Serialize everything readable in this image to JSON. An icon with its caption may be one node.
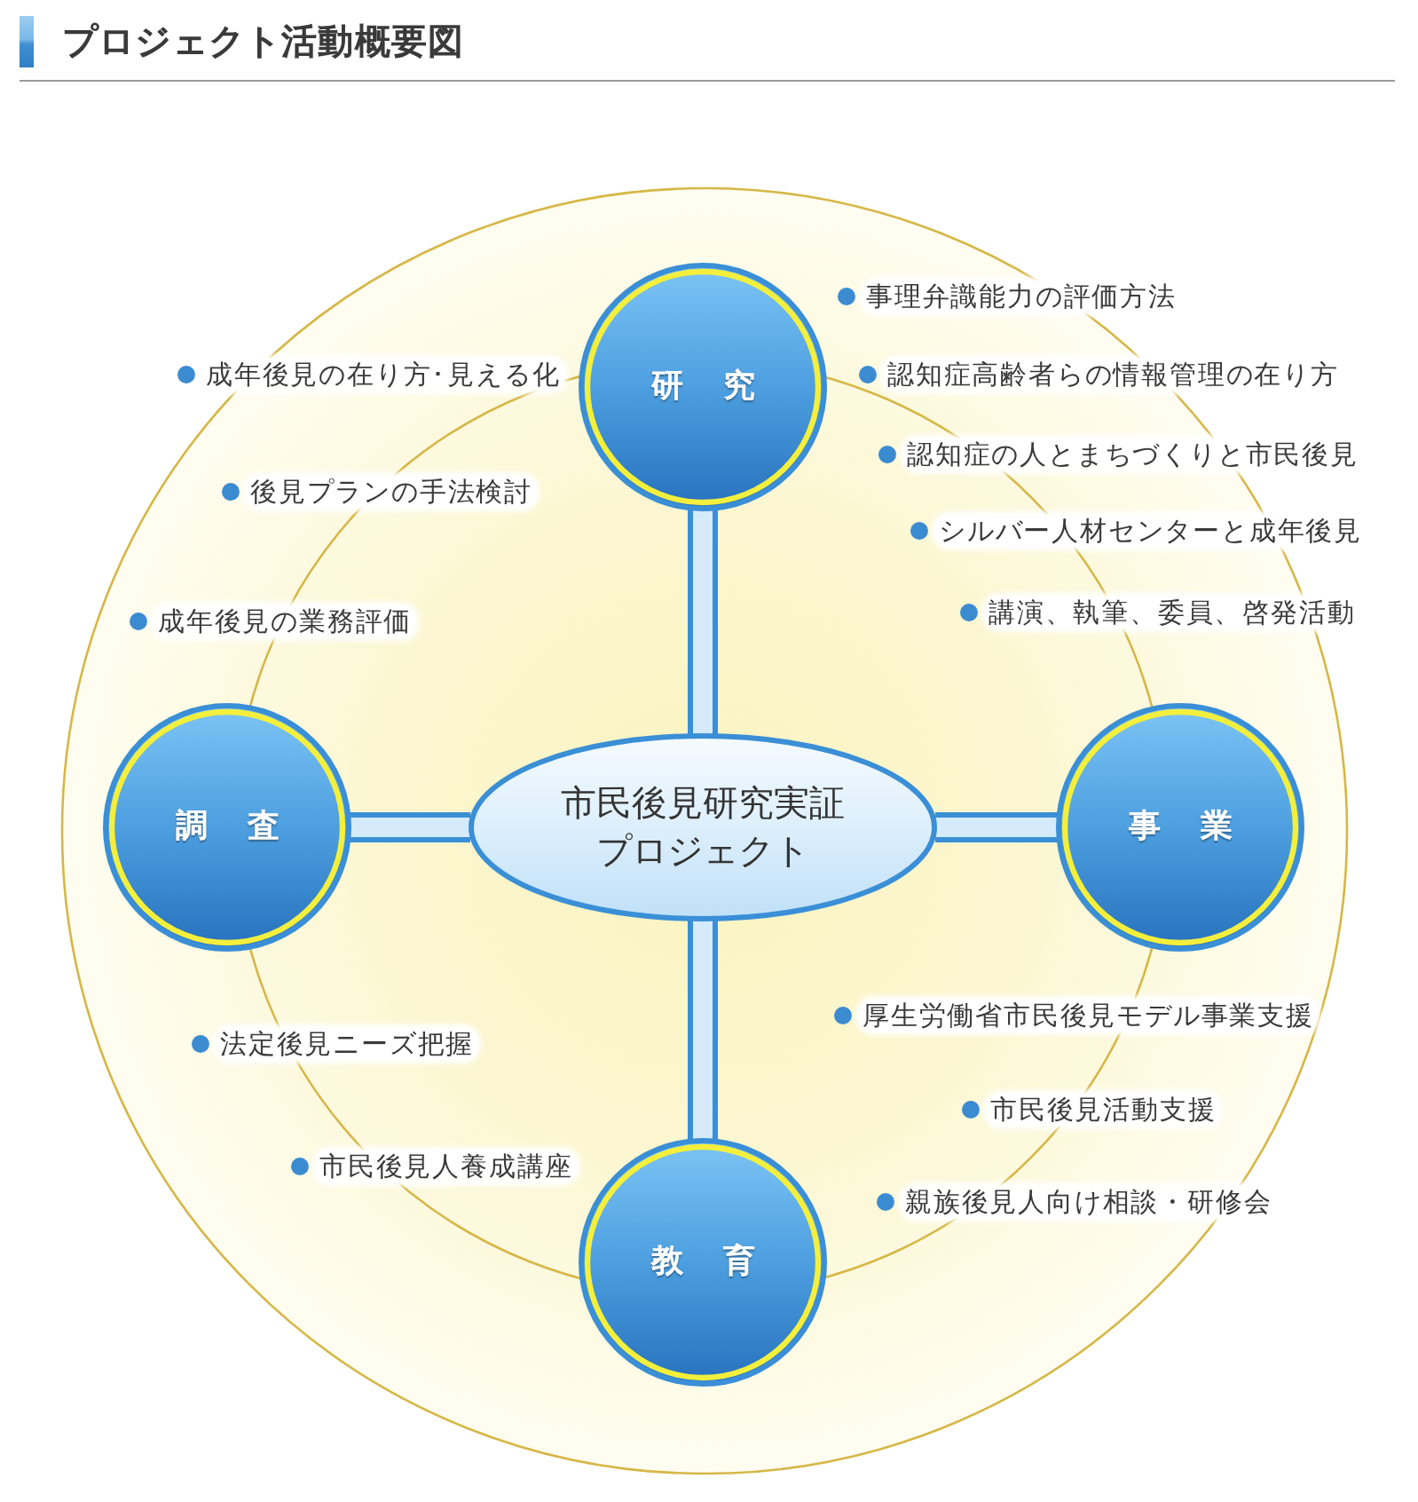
{
  "diagram": {
    "title": "プロジェクト活動概要図",
    "nodes": [
      {
        "text": [
          "研究"
        ]
      },
      {
        "text": [
          "調査"
        ]
      },
      {
        "text": [
          "市民後見研究実証プロジェクト"
        ]
      },
      {
        "text": [
          "事業"
        ]
      },
      {
        "text": [
          "教育"
        ]
      }
    ],
    "edges": [
      {
        "from": 2,
        "to": 0,
        "arrow": "none"
      },
      {
        "from": 2,
        "to": 1,
        "arrow": "none"
      },
      {
        "from": 2,
        "to": 3,
        "arrow": "none"
      },
      {
        "from": 2,
        "to": 4,
        "arrow": "none"
      }
    ],
    "labels": [
      "事理弁識能力の評価方法",
      "成年後見の在り方･見える化",
      "認知症高齢者らの情報管理の在り方",
      "認知症の人とまちづくりと市民後見",
      "後見プランの手法検討",
      "シルバー人材センターと成年後見",
      "講演、執筆、委員、啓発活動",
      "成年後見の業務評価",
      "厚生労働省市民後見モデル事業支援",
      "法定後見ニーズ把握",
      "市民後見活動支援",
      "市民後見人養成講座",
      "親族後見人向け相談・研修会"
    ]
  }
}
